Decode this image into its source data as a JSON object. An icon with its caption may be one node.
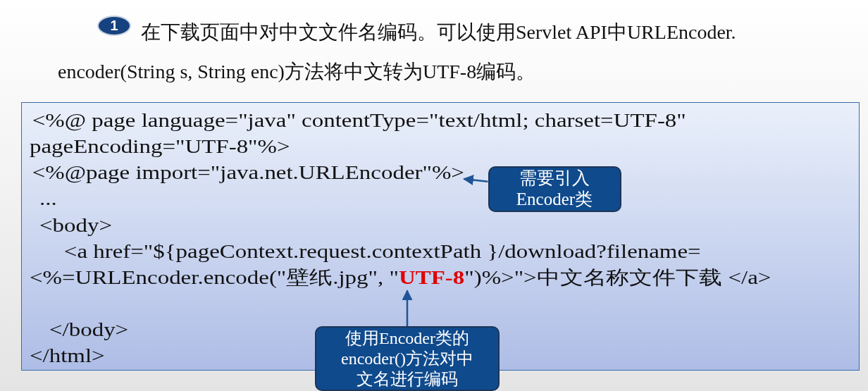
{
  "diagram": {
    "title": "在下载页面中对中文文件名编码。可以使用Servlet API中URLEncoder.encoder(String s, String enc)方法将中文转为UTF-8编码。",
    "nodes": [
      {
        "text": [
          "1"
        ]
      },
      {
        "text": [],
        "shape": "box"
      },
      {
        "text": [
          "<%@ page language=\"java\" contentType=\"text/html; charset=UTF-8\" pageEncoding=\"UTF-8\"%>"
        ],
        "in": 1
      },
      {
        "text": [
          "<%@page import=\"java.net.URLEncoder\"%>"
        ],
        "in": 1
      },
      {
        "text": [
          "..."
        ],
        "in": 1
      },
      {
        "text": [
          "<body>"
        ],
        "in": 1
      },
      {
        "text": [
          "<a href=\"${pageContext.request.contextPath }/download?filename=<%=URLEncoder.encode(\"壁纸.jpg\", \"**UTF-8**\")%>\">中文名称文件下载 </a>"
        ],
        "in": 1
      },
      {
        "text": [
          "</body>"
        ],
        "in": 1
      },
      {
        "text": [
          "</html>"
        ],
        "in": 1
      },
      {
        "text": [
          "需要引入Encoder类"
        ],
        "in": 1
      },
      {
        "text": [
          "使用Encoder类的encoder()方法对中文名进行编码"
        ]
      }
    ],
    "edges": [
      {
        "from": 9,
        "to": 3,
        "arrow": "to"
      },
      {
        "from": 10,
        "to": 6,
        "arrow": "to"
      }
    ]
  }
}
